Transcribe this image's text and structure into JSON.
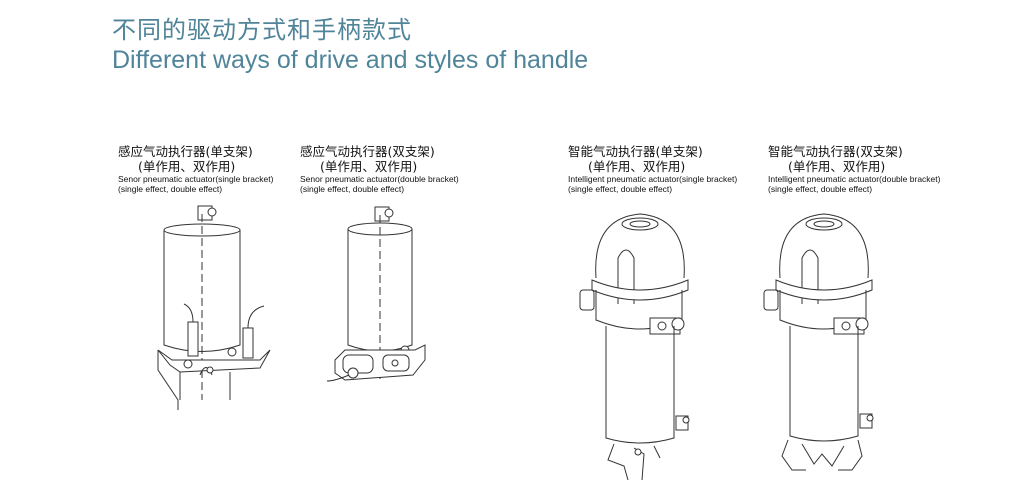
{
  "header": {
    "title_cn": "不同的驱动方式和手柄款式",
    "title_en": "Different ways of drive and styles of handle",
    "accent_color": "#4f8499"
  },
  "products": [
    {
      "name_cn": "感应气动执行器(单支架)",
      "effect_cn": "(单作用、双作用)",
      "name_en": "Senor pneumatic actuator(single bracket)",
      "effect_en": "(single effect, double effect)",
      "illustration": "sensor-actuator-single-bracket-drawing"
    },
    {
      "name_cn": "感应气动执行器(双支架)",
      "effect_cn": "(单作用、双作用)",
      "name_en": "Senor pneumatic actuator(double bracket)",
      "effect_en": "(single effect, double effect)",
      "illustration": "sensor-actuator-double-bracket-drawing"
    },
    {
      "name_cn": "智能气动执行器(单支架)",
      "effect_cn": "(单作用、双作用)",
      "name_en": "Intelligent pneumatic actuator(single bracket)",
      "effect_en": "(single effect, double effect)",
      "illustration": "intelligent-actuator-single-bracket-drawing"
    },
    {
      "name_cn": "智能气动执行器(双支架)",
      "effect_cn": "(单作用、双作用)",
      "name_en": "Intelligent pneumatic actuator(double bracket)",
      "effect_en": "(single effect, double effect)",
      "illustration": "intelligent-actuator-double-bracket-drawing"
    }
  ]
}
